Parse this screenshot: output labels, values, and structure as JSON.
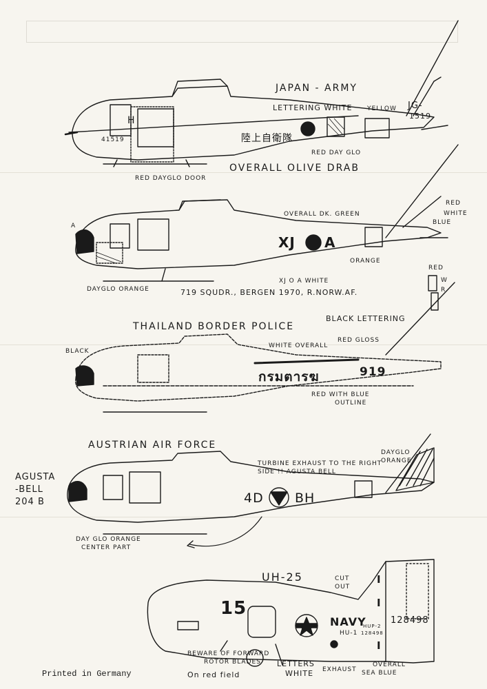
{
  "sheet": {
    "footer": "Printed in Germany",
    "side_label_line1": "AGUSTA",
    "side_label_line2": "-BELL",
    "side_label_line3": "204 B"
  },
  "japan": {
    "heading": "JAPAN - ARMY",
    "lettering": "LETTERING WHITE",
    "yellow": "YELLOW",
    "tail_code": "JG-",
    "tail_number": "1519",
    "hull_letter": "H",
    "serial": "41519",
    "hull_text": "陸上自衛隊",
    "dayglo": "RED DAY GLO",
    "overall": "OVERALL OLIVE DRAB",
    "door": "RED DAYGLO DOOR"
  },
  "norway": {
    "overall": "OVERALL DK. GREEN",
    "code_left": "XJ",
    "code_right": "A",
    "code_note": "XJ O A WHITE",
    "unit": "719 SQUDR., BERGEN 1970, R.NORW.AF.",
    "tail_red": "RED",
    "tail_white": "WHITE",
    "tail_blue": "BLUE",
    "nose": "DAYGLO ORANGE",
    "orange": "ORANGE",
    "flag_r": "RED",
    "flag_w": "W",
    "flag_r2": "R",
    "marker": "A"
  },
  "thailand": {
    "heading": "THAILAND BORDER POLICE",
    "black_lettering": "BLACK LETTERING",
    "white_overall": "WHITE OVERALL",
    "red_gloss": "RED GLOSS",
    "black": "BLACK",
    "thai_text": "กรมตารฆ",
    "serial": "919",
    "stripe_line1": "RED WITH BLUE",
    "stripe_line2": "OUTLINE"
  },
  "austria": {
    "heading": "AUSTRIAN AIR FORCE",
    "dayglo_line1": "DAYGLO",
    "dayglo_line2": "ORANGE",
    "exhaust_line1": "TURBINE EXHAUST TO THE RIGHT",
    "exhaust_line2": "SIDE !! AGUSTA BELL",
    "code_left": "4D",
    "code_right": "BH",
    "nose_line1": "DAY GLO ORANGE",
    "nose_line2": "CENTER PART"
  },
  "navy": {
    "heading": "UH-25",
    "cut_line1": "CUT",
    "cut_line2": "OUT",
    "number": "15",
    "navy": "NAVY",
    "hu": "HU-1",
    "serial": "128498",
    "small_code_line1": "HUP-2",
    "small_code_line2": "128498",
    "beware_line1": "BEWARE OF FORWARD",
    "beware_line2": "ROTOR BLADES",
    "red_field": "On red field",
    "letters_line1": "LETTERS",
    "letters_line2": "WHITE",
    "exhaust": "EXHAUST",
    "overall_line1": "OVERALL",
    "overall_line2": "SEA BLUE",
    "tail_i": "I"
  },
  "colors": {
    "ink": "#1a1a1a",
    "paper": "#f7f5ef"
  }
}
